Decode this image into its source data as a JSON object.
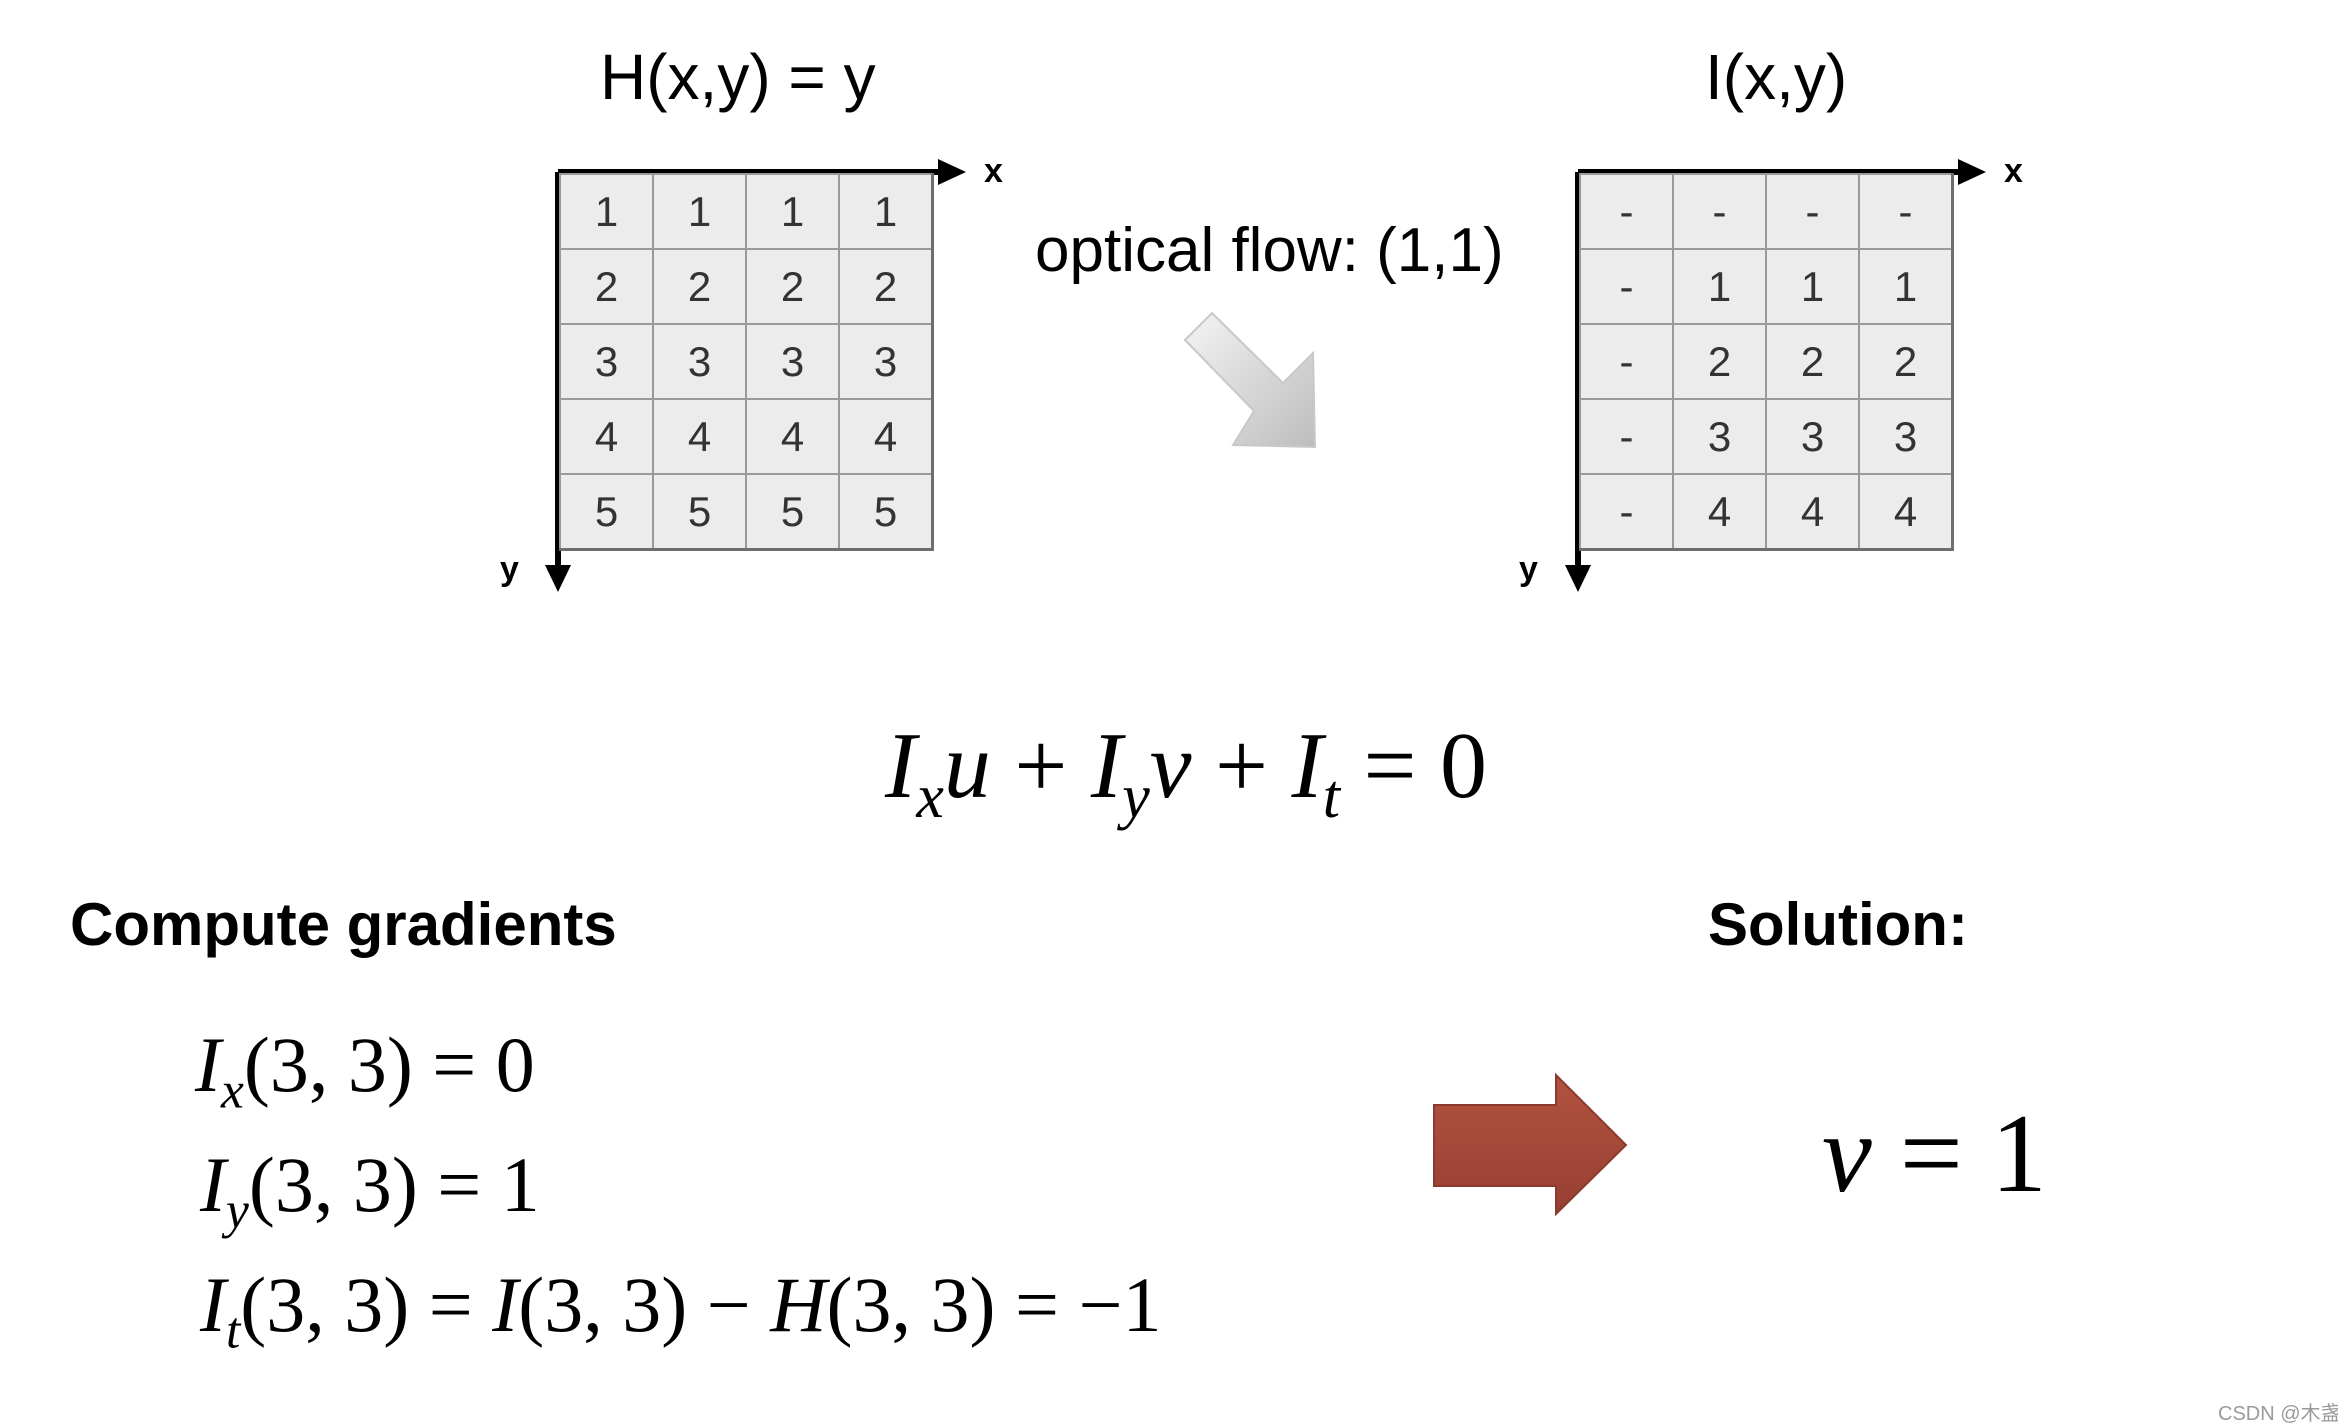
{
  "left_panel": {
    "title": "H(x,y) = y",
    "x_axis": "x",
    "y_axis": "y",
    "rows": [
      [
        "1",
        "1",
        "1",
        "1"
      ],
      [
        "2",
        "2",
        "2",
        "2"
      ],
      [
        "3",
        "3",
        "3",
        "3"
      ],
      [
        "4",
        "4",
        "4",
        "4"
      ],
      [
        "5",
        "5",
        "5",
        "5"
      ]
    ]
  },
  "right_panel": {
    "title": "I(x,y)",
    "x_axis": "x",
    "y_axis": "y",
    "rows": [
      [
        "-",
        "-",
        "-",
        "-"
      ],
      [
        "-",
        "1",
        "1",
        "1"
      ],
      [
        "-",
        "2",
        "2",
        "2"
      ],
      [
        "-",
        "3",
        "3",
        "3"
      ],
      [
        "-",
        "4",
        "4",
        "4"
      ]
    ]
  },
  "flow_label": "optical flow: (1,1)",
  "main_equation": {
    "i": "I",
    "x": "x",
    "u": "u",
    "plus1": "+",
    "y": "y",
    "v": "v",
    "plus2": "+",
    "t": "t",
    "rest": "= 0"
  },
  "gradients_heading": "Compute gradients",
  "gradients": {
    "ix": {
      "sym": "I",
      "sub": "x",
      "rest": "(3, 3) = 0"
    },
    "iy": {
      "sym": "I",
      "sub": "y",
      "rest": "(3, 3) = 1"
    },
    "it": {
      "sym": "I",
      "sub": "t",
      "args": "(3, 3) =",
      "i2": "I",
      "mid": "(3, 3) −",
      "h": "H",
      "end": "(3, 3) = −1"
    }
  },
  "solution_heading": "Solution:",
  "solution": {
    "v": "v",
    "rest": "= 1"
  },
  "colors": {
    "red_arrow": "#a64a3c",
    "grid_fill": "#ececec"
  },
  "watermark": "CSDN @木盏"
}
